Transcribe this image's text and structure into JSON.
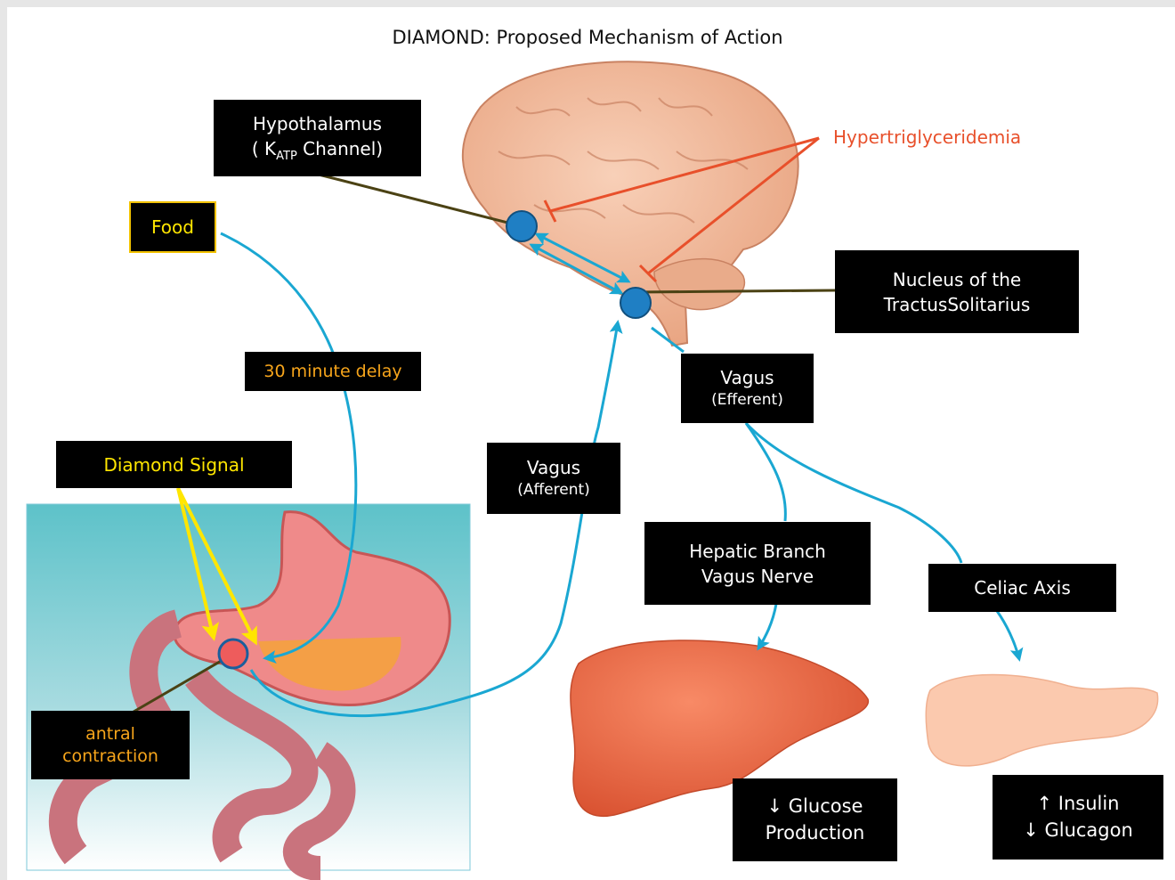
{
  "title": "DIAMOND: Proposed Mechanism of Action",
  "labels": {
    "hypothalamus_line1": "Hypothalamus",
    "hypothalamus_prefix": "( K",
    "hypothalamus_sub": "ATP",
    "hypothalamus_suffix": " Channel)",
    "hypertriglyceridemia": "Hypertriglyceridemia",
    "food": "Food",
    "nts_line1": "Nucleus of the",
    "nts_line2": "TractusSolitarius",
    "delay": "30 minute delay",
    "vagus_eff_line1": "Vagus",
    "vagus_eff_line2": "(Efferent)",
    "diamond_signal": "Diamond Signal",
    "vagus_aff_line1": "Vagus",
    "vagus_aff_line2": "(Afferent)",
    "hepatic_line1": "Hepatic Branch",
    "hepatic_line2": "Vagus Nerve",
    "celiac": "Celiac Axis",
    "antral_line1": "antral",
    "antral_line2": "contraction",
    "glucose_line1": "↓ Glucose",
    "glucose_line2": "Production",
    "insulin_line1": "↑ Insulin",
    "insulin_line2": "↓ Glucagon"
  },
  "colors": {
    "nerve": "#1aa7d2",
    "inhibition": "#e8502b",
    "connector": "#4b4214",
    "signal": "#ffe600",
    "node": "#1f7fc4",
    "stomach_node": "#ee5c5c"
  }
}
